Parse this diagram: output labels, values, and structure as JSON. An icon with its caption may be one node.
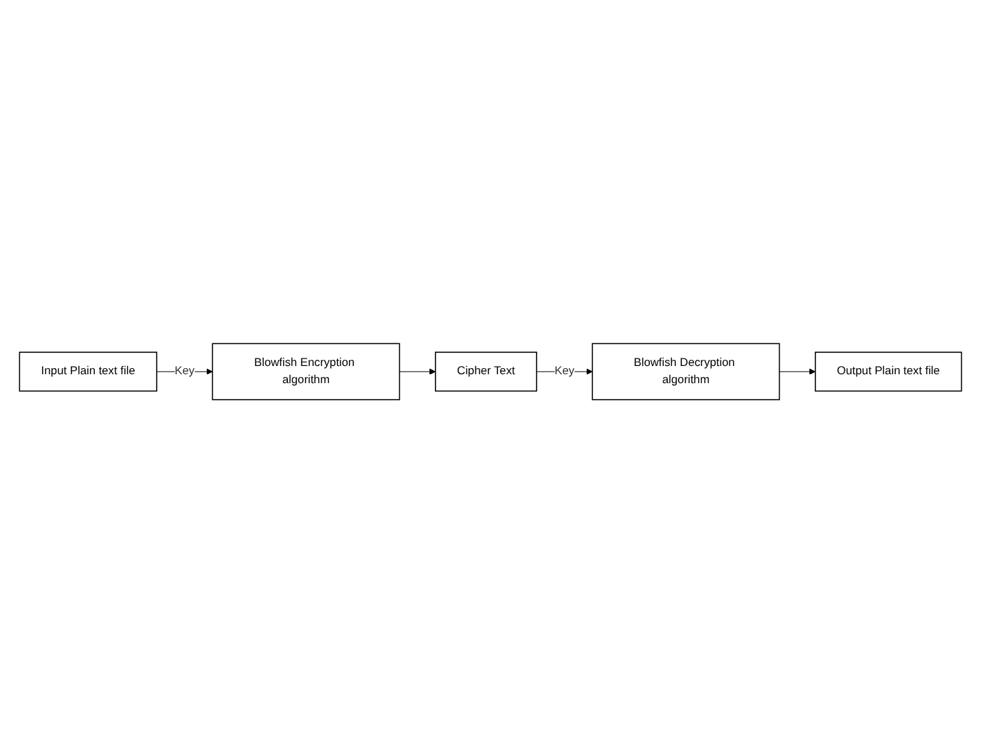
{
  "diagram": {
    "nodes": [
      {
        "text": [
          "Input Plain text file"
        ]
      },
      {
        "text": [
          "Blowfish Encryption algorithm"
        ]
      },
      {
        "text": [
          "Cipher Text"
        ]
      },
      {
        "text": [
          "Blowfish Decryption algorithm"
        ]
      },
      {
        "text": [
          "Output Plain text file"
        ]
      }
    ],
    "edges": [
      {
        "from": 0,
        "to": 1,
        "arrow": "to",
        "label": "Key"
      },
      {
        "from": 1,
        "to": 2,
        "arrow": "to"
      },
      {
        "from": 2,
        "to": 3,
        "arrow": "to",
        "label": "Key"
      },
      {
        "from": 3,
        "to": 4,
        "arrow": "to"
      }
    ]
  }
}
